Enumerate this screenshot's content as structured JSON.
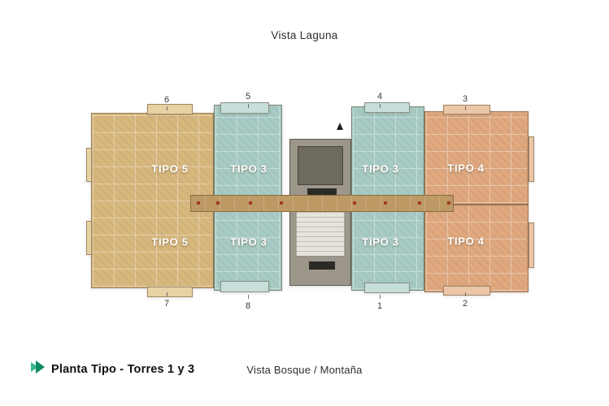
{
  "labels": {
    "top_view": "Vista Laguna",
    "bottom_view": "Vista Bosque / Montaña",
    "legend_title": "Planta Tipo - Torres 1 y 3"
  },
  "units": [
    {
      "number": "6",
      "type": "TIPO 5",
      "position": "top-left"
    },
    {
      "number": "5",
      "type": "TIPO 3",
      "position": "top-mid-left"
    },
    {
      "number": "4",
      "type": "TIPO 3",
      "position": "top-mid-right"
    },
    {
      "number": "3",
      "type": "TIPO 4",
      "position": "top-right"
    },
    {
      "number": "7",
      "type": "TIPO 5",
      "position": "bottom-left"
    },
    {
      "number": "8",
      "type": "TIPO 3",
      "position": "bottom-mid-left"
    },
    {
      "number": "1",
      "type": "TIPO 3",
      "position": "bottom-mid-right"
    },
    {
      "number": "2",
      "type": "TIPO 4",
      "position": "bottom-right"
    }
  ],
  "colors": {
    "tipo5": "#d7b77d",
    "tipo5_light": "#e7d2a4",
    "tipo3": "#a7cbc4",
    "tipo3_light": "#c6dfda",
    "tipo4": "#dfa87e",
    "tipo4_light": "#ecc7a7",
    "core": "#9d968a",
    "core_dark": "#6f6a5f",
    "core_light": "#e6e3dc",
    "corridor": "#bd9a64",
    "column_red": "#a43b28",
    "accent_green_light": "#35b98e",
    "accent_green_dark": "#0c8a66",
    "text_dark": "#2f2f2f"
  }
}
